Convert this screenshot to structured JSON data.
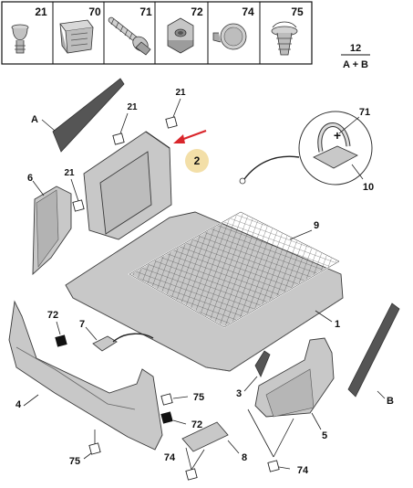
{
  "fastener_row": {
    "cells": [
      {
        "label": "21",
        "icon": "push-rivet-icon"
      },
      {
        "label": "70",
        "icon": "clip-nut-icon"
      },
      {
        "label": "71",
        "icon": "bolt-icon"
      },
      {
        "label": "72",
        "icon": "hex-nut-icon"
      },
      {
        "label": "74",
        "icon": "round-clip-icon"
      },
      {
        "label": "75",
        "icon": "fir-tree-clip-icon"
      }
    ]
  },
  "ratio": {
    "quantity": "12",
    "formula": "A + B"
  },
  "callouts": {
    "A": "A",
    "B": "B",
    "c1": "1",
    "c2": "2",
    "c3": "3",
    "c4": "4",
    "c5": "5",
    "c6": "6",
    "c7": "7",
    "c8": "8",
    "c9": "9",
    "c10": "10",
    "c21a": "21",
    "c21b": "21",
    "c21c": "21",
    "c71": "71",
    "c72a": "72",
    "c72b": "72",
    "c74a": "74",
    "c74b": "74",
    "c75a": "75",
    "c75b": "75",
    "plus": "+"
  },
  "colors": {
    "part_fill": "#c8c8c8",
    "part_dark": "#7a7a7a",
    "panel_dark": "#555555",
    "highlight": "#f3dfa8",
    "arrow": "#d9262b"
  }
}
